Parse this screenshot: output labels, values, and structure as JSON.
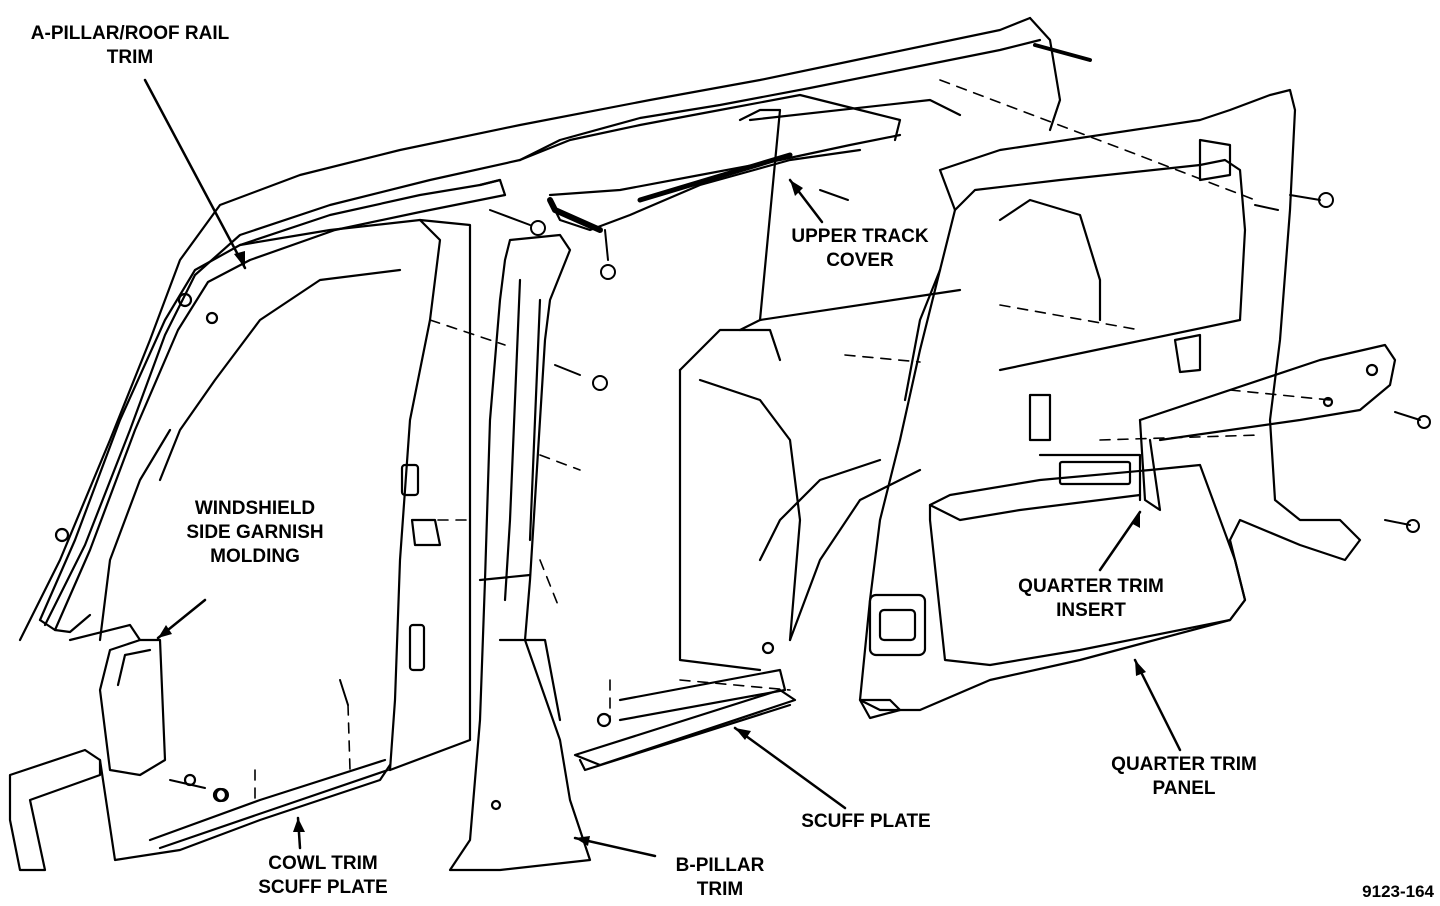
{
  "labels": {
    "a_pillar": [
      "A-PILLAR/ROOF RAIL",
      "TRIM"
    ],
    "upper_track": [
      "UPPER TRACK",
      "COVER"
    ],
    "windshield": [
      "WINDSHIELD",
      "SIDE GARNISH",
      "MOLDING"
    ],
    "quarter_insert": [
      "QUARTER TRIM",
      "INSERT"
    ],
    "quarter_panel": [
      "QUARTER TRIM",
      "PANEL"
    ],
    "scuff_plate": [
      "SCUFF PLATE"
    ],
    "cowl": [
      "COWL TRIM",
      "SCUFF PLATE"
    ],
    "b_pillar": [
      "B-PILLAR",
      "TRIM"
    ]
  },
  "figure_number": "9123-164"
}
